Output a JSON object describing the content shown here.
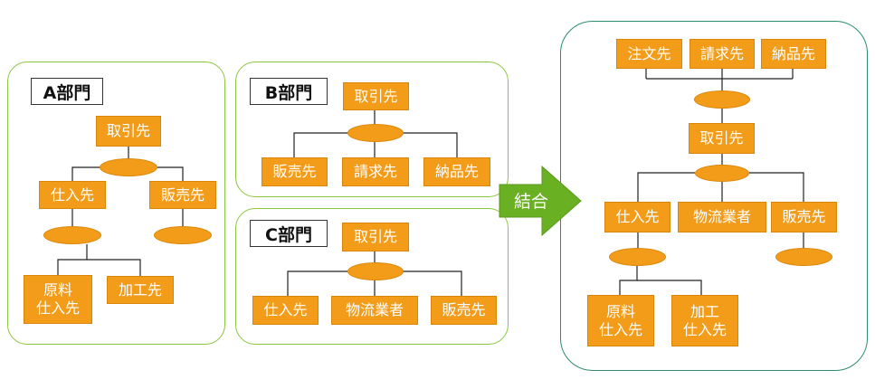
{
  "dept_a": {
    "title": "A部門",
    "root": "取引先",
    "child_left": "仕入先",
    "child_right": "販売先",
    "leaf_1": "原料\n仕入先",
    "leaf_2": "加工先"
  },
  "dept_b": {
    "title": "B部門",
    "root": "取引先",
    "children": [
      "販売先",
      "請求先",
      "納品先"
    ]
  },
  "dept_c": {
    "title": "C部門",
    "root": "取引先",
    "children": [
      "仕入先",
      "物流業者",
      "販売先"
    ]
  },
  "merge": {
    "label": "結合",
    "color": "#6ab023"
  },
  "merged": {
    "top": [
      "注文先",
      "請求先",
      "納品先"
    ],
    "root": "取引先",
    "children": [
      "仕入先",
      "物流業者",
      "販売先"
    ],
    "leaf_1": "原料\n仕入先",
    "leaf_2": "加工\n仕入先"
  },
  "colors": {
    "node": "#f39c1a",
    "panel_border": "#8cc63f",
    "merged_panel_border": "#2e8b6e"
  }
}
